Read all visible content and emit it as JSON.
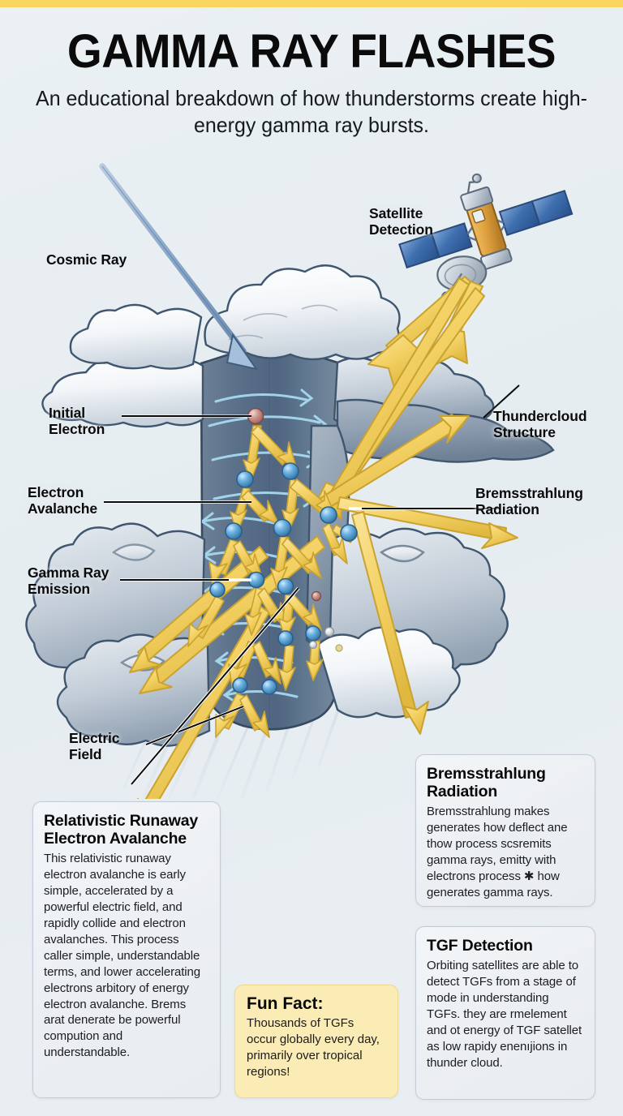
{
  "header": {
    "title": "GAMMA RAY FLASHES",
    "subtitle": "An educational breakdown of how thunderstorms create high-energy gamma ray bursts."
  },
  "accent_colors": {
    "top_bar_yellow": "#fad55f",
    "background_blue_gray": "#e9eff2",
    "gamma_arrow_yellow": "#f2cf5e",
    "cosmic_ray_blue": "#7d9ec4",
    "electron_blue": "#4f9ad6",
    "initial_electron_pink": "#c98a86",
    "fun_fact_yellow": "#fbecb6",
    "card_gray": "#f1f4f7",
    "cloud_dark": "#5d7085",
    "updraft_cyan": "#9fd6ef"
  },
  "diagram": {
    "labels": [
      {
        "id": "cosmic-ray",
        "text": "Cosmic Ray"
      },
      {
        "id": "initial-electron",
        "text": "Initial\nElectron"
      },
      {
        "id": "electron-avalanche",
        "text": "Electron\nAvalanche"
      },
      {
        "id": "gamma-ray-emission",
        "text": "Gamma Ray\nEmission"
      },
      {
        "id": "electric-field",
        "text": "Electric\nField"
      },
      {
        "id": "satellite-detection",
        "text": "Satellite\nDetection"
      },
      {
        "id": "thundercloud-structure",
        "text": "Thundercloud\nStructure"
      },
      {
        "id": "bremsstrahlung-radiation",
        "text": "Bremsstrahlung\nRadiation"
      }
    ],
    "label_lines": {
      "cosmic_ray": "Cosmic Ray",
      "initial_electron_l1": "Initial",
      "initial_electron_l2": "Electron",
      "electron_avalanche_l1": "Electron",
      "electron_avalanche_l2": "Avalanche",
      "gamma_emission_l1": "Gamma Ray",
      "gamma_emission_l2": "Emission",
      "electric_field_l1": "Electric",
      "electric_field_l2": "Field",
      "satellite_l1": "Satellite",
      "satellite_l2": "Detection",
      "thundercloud_l1": "Thundercloud",
      "thundercloud_l2": "Structure",
      "brems_l1": "Bremsstrahlung",
      "brems_l2": "Radiation"
    }
  },
  "cards": {
    "rrea": {
      "title_l1": "Relativistic Runaway",
      "title_l2": "Electron Avalanche",
      "body": "This relativistic runaway electron avalanche is early simple, accelerated by a powerful electric field, and rapidly collide and electron avalanches. This process caller simple, understandable terms, and lower accelerating electrons arbitory of energy electron avalanche. Brems arat denerate be powerful compution and understandable."
    },
    "bremsstrahlung": {
      "title_l1": "Bremsstrahlung",
      "title_l2": "Radiation",
      "body": "Bremsstrahlung makes generates how deflect ane thow process scsremits gamma rays, emitty with electrons process ✱ how generates gamma rays."
    },
    "tgf": {
      "title": "TGF Detection",
      "body": "Orbiting satellites are able to detect TGFs from a stage of mode in understanding TGFs. they are rmelement and ot energy of TGF satellet as low rapidy enenıjions in thunder cloud."
    },
    "fun_fact": {
      "title": "Fun Fact:",
      "body": "Thousands of TGFs occur globally every day, primarily over tropical regions!"
    }
  }
}
